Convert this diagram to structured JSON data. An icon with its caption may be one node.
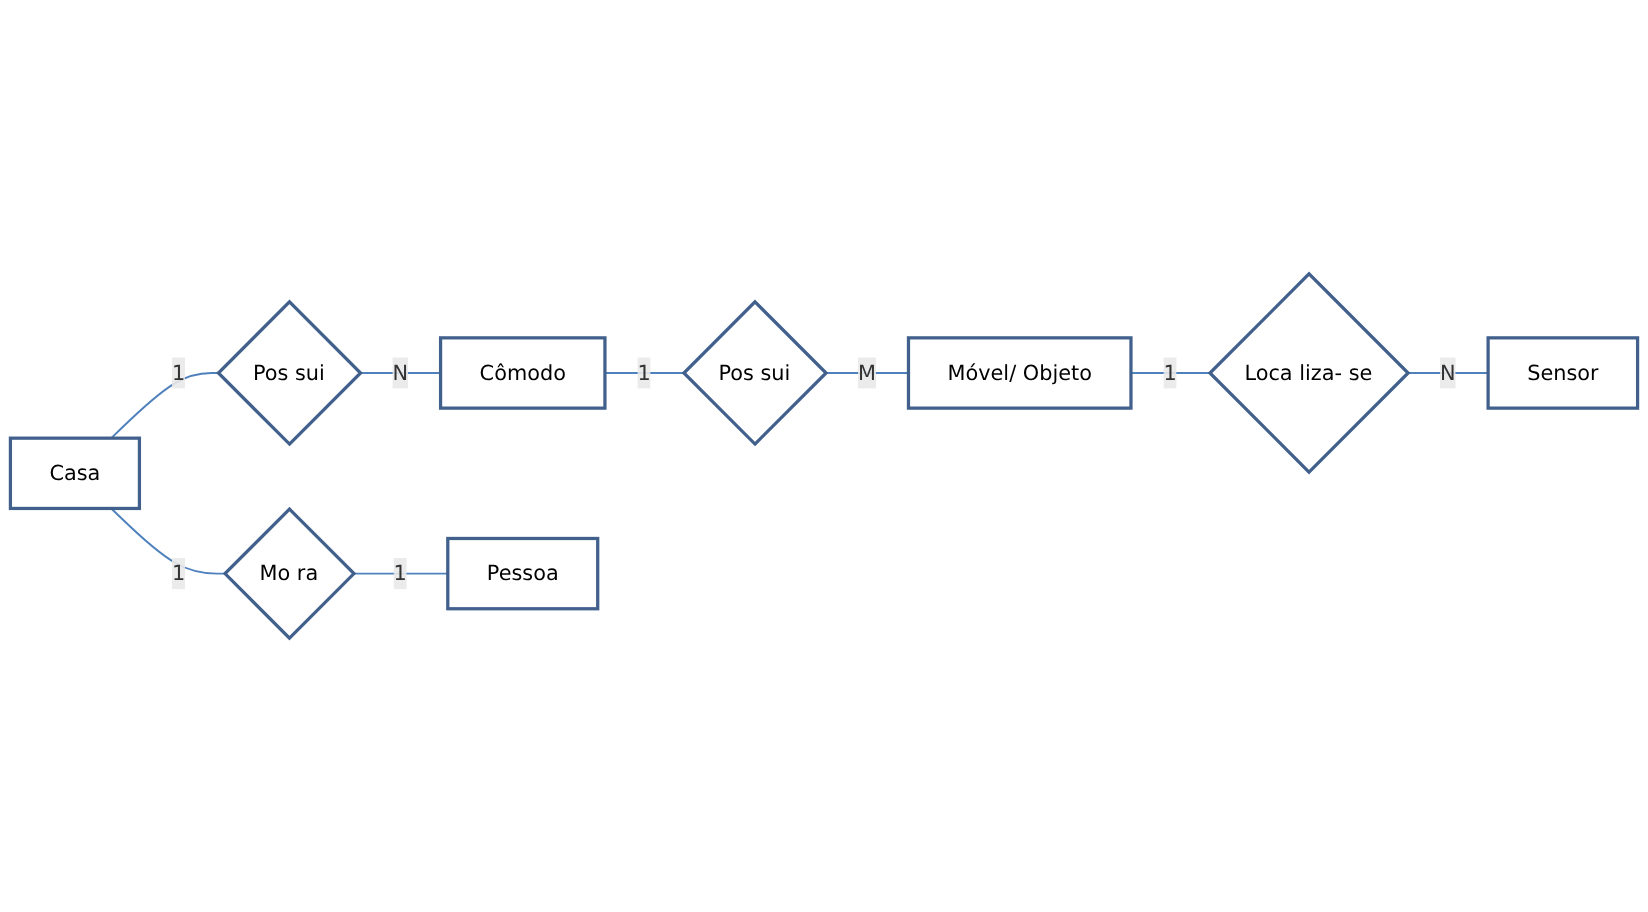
{
  "diagram": {
    "nodes": [
      {
        "text": [
          "Casa"
        ]
      },
      {
        "text": [
          "Pos sui"
        ]
      },
      {
        "text": [
          "Cômodo"
        ]
      },
      {
        "text": [
          "Mo ra"
        ]
      },
      {
        "text": [
          "Pessoa"
        ]
      },
      {
        "text": [
          "Pos sui"
        ]
      },
      {
        "text": [
          "Móvel/ Objeto"
        ]
      },
      {
        "text": [
          "Loca liza- se"
        ]
      },
      {
        "text": [
          "Sensor"
        ]
      }
    ],
    "edges": [
      {
        "from": 0,
        "to": 1,
        "arrow": "none",
        "label": "1"
      },
      {
        "from": 1,
        "to": 2,
        "arrow": "none",
        "label": "N"
      },
      {
        "from": 0,
        "to": 3,
        "arrow": "none",
        "label": "1"
      },
      {
        "from": 3,
        "to": 4,
        "arrow": "none",
        "label": "1"
      },
      {
        "from": 2,
        "to": 5,
        "arrow": "none",
        "label": "1"
      },
      {
        "from": 5,
        "to": 6,
        "arrow": "none",
        "label": "M"
      },
      {
        "from": 6,
        "to": 7,
        "arrow": "none",
        "label": "1"
      },
      {
        "from": 7,
        "to": 8,
        "arrow": "none",
        "label": "N"
      }
    ]
  }
}
